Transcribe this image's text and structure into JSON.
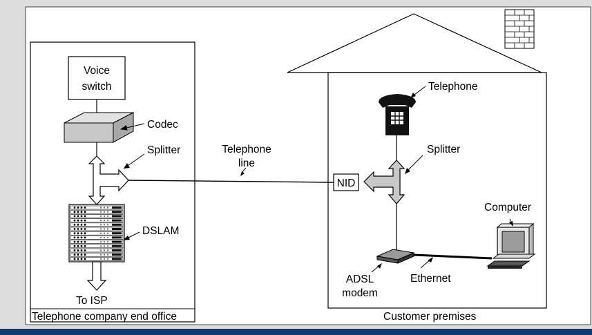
{
  "left_panel": {
    "caption": "Telephone company end office",
    "voice_switch": [
      "Voice",
      "switch"
    ],
    "codec": "Codec",
    "splitter": "Splitter",
    "dslam": "DSLAM",
    "to_isp": "To ISP"
  },
  "line": {
    "label": [
      "Telephone",
      "line"
    ]
  },
  "right_panel": {
    "caption": "Customer premises",
    "telephone": "Telephone",
    "splitter": "Splitter",
    "nid": "NID",
    "computer": "Computer",
    "adsl_modem": [
      "ADSL",
      "modem"
    ],
    "ethernet": "Ethernet"
  },
  "colors": {
    "background": "#dcdcdc",
    "panel": "#ffffff",
    "bar": "#123a6c",
    "gray_fill": "#c8c8c8"
  }
}
